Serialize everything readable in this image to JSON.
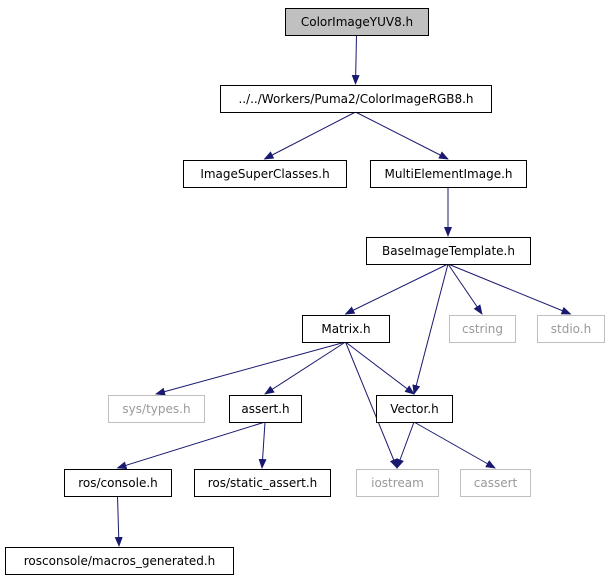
{
  "colors": {
    "root_fill": "#c0c0c0",
    "edge": "#191970",
    "system_border": "#bfbfbf",
    "system_text": "#999999",
    "local_border": "#000000",
    "text": "#000000"
  },
  "nodes": {
    "color_image_yuv8": {
      "label": "ColorImageYUV8.h",
      "kind": "root"
    },
    "color_image_rgb8": {
      "label": "../../Workers/Puma2/ColorImageRGB8.h",
      "kind": "local"
    },
    "image_super_classes": {
      "label": "ImageSuperClasses.h",
      "kind": "local"
    },
    "multi_element_image": {
      "label": "MultiElementImage.h",
      "kind": "local"
    },
    "base_image_template": {
      "label": "BaseImageTemplate.h",
      "kind": "local"
    },
    "matrix": {
      "label": "Matrix.h",
      "kind": "local"
    },
    "cstring": {
      "label": "cstring",
      "kind": "system"
    },
    "stdio": {
      "label": "stdio.h",
      "kind": "system"
    },
    "sys_types": {
      "label": "sys/types.h",
      "kind": "system"
    },
    "assert_h": {
      "label": "assert.h",
      "kind": "local"
    },
    "vector": {
      "label": "Vector.h",
      "kind": "local"
    },
    "ros_console": {
      "label": "ros/console.h",
      "kind": "local"
    },
    "ros_static_assert": {
      "label": "ros/static_assert.h",
      "kind": "local"
    },
    "iostream": {
      "label": "iostream",
      "kind": "system"
    },
    "cassert": {
      "label": "cassert",
      "kind": "system"
    },
    "rosconsole_macros": {
      "label": "rosconsole/macros_generated.h",
      "kind": "local"
    }
  },
  "edges": [
    [
      "color_image_yuv8",
      "color_image_rgb8"
    ],
    [
      "color_image_rgb8",
      "image_super_classes"
    ],
    [
      "color_image_rgb8",
      "multi_element_image"
    ],
    [
      "multi_element_image",
      "base_image_template"
    ],
    [
      "base_image_template",
      "matrix"
    ],
    [
      "base_image_template",
      "cstring"
    ],
    [
      "base_image_template",
      "stdio"
    ],
    [
      "base_image_template",
      "vector"
    ],
    [
      "matrix",
      "sys_types"
    ],
    [
      "matrix",
      "assert_h"
    ],
    [
      "matrix",
      "vector"
    ],
    [
      "matrix",
      "iostream"
    ],
    [
      "assert_h",
      "ros_console"
    ],
    [
      "assert_h",
      "ros_static_assert"
    ],
    [
      "vector",
      "iostream"
    ],
    [
      "vector",
      "cassert"
    ],
    [
      "ros_console",
      "rosconsole_macros"
    ]
  ]
}
